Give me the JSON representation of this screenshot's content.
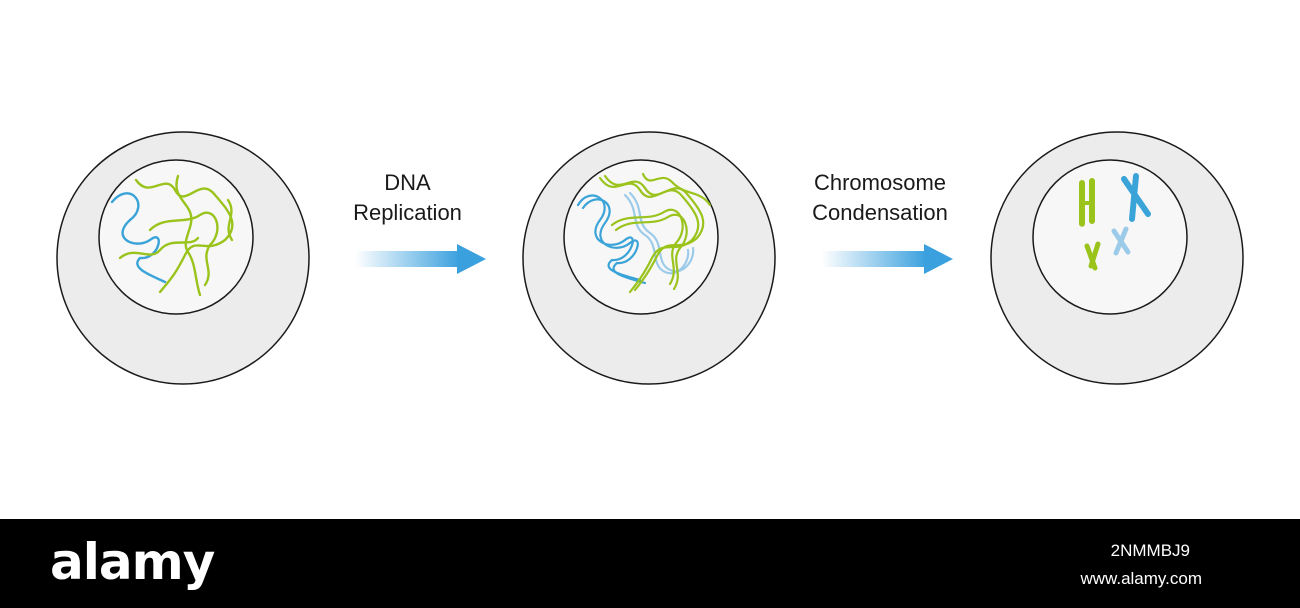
{
  "steps": [
    {
      "label_line1": "DNA",
      "label_line2": "Replication"
    },
    {
      "label_line1": "Chromosome",
      "label_line2": "Condensation"
    }
  ],
  "colors": {
    "cell_fill": "#ececec",
    "nucleus_fill": "#f7f7f7",
    "outline": "#1a1a1a",
    "dna_green": "#9ac31c",
    "dna_blue": "#3aa3d8",
    "dna_light_blue": "#9ccbea",
    "arrow_start": "#ffffff",
    "arrow_end": "#3aa0de"
  },
  "footer": {
    "brand": "alamy",
    "image_id": "2NMMBJ9",
    "site": "www.alamy.com"
  }
}
